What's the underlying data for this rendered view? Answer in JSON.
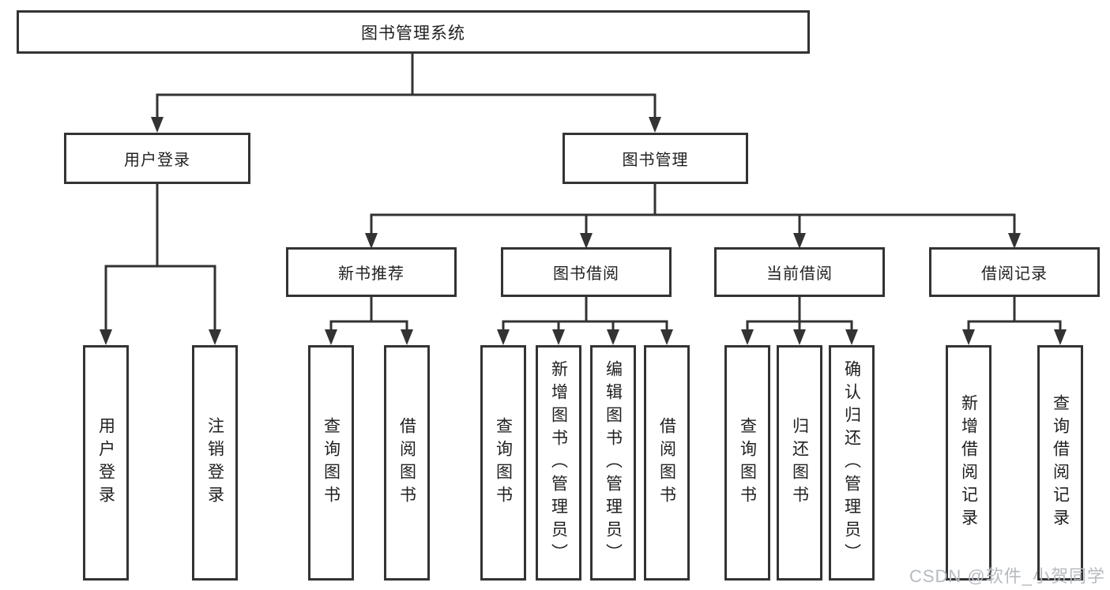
{
  "diagram_title": "图书管理系统",
  "tree": {
    "label": "图书管理系统",
    "children": [
      {
        "label": "用户登录",
        "children": [
          {
            "label": "用户登录"
          },
          {
            "label": "注销登录"
          }
        ]
      },
      {
        "label": "图书管理",
        "children": [
          {
            "label": "新书推荐",
            "children": [
              {
                "label": "查询图书"
              },
              {
                "label": "借阅图书"
              }
            ]
          },
          {
            "label": "图书借阅",
            "children": [
              {
                "label": "查询图书"
              },
              {
                "label": "新增图书（管理员）"
              },
              {
                "label": "编辑图书（管理员）"
              },
              {
                "label": "借阅图书"
              }
            ]
          },
          {
            "label": "当前借阅",
            "children": [
              {
                "label": "查询图书"
              },
              {
                "label": "归还图书"
              },
              {
                "label": "确认归还（管理员）"
              }
            ]
          },
          {
            "label": "借阅记录",
            "children": [
              {
                "label": "新增借阅记录"
              },
              {
                "label": "查询借阅记录"
              }
            ]
          }
        ]
      }
    ]
  },
  "watermark": {
    "text": "CSDN @软件_小贺同学"
  },
  "colors": {
    "line": "#333333",
    "text": "#1f1f1f",
    "watermark": "#b6bac0",
    "background": "#ffffff"
  }
}
